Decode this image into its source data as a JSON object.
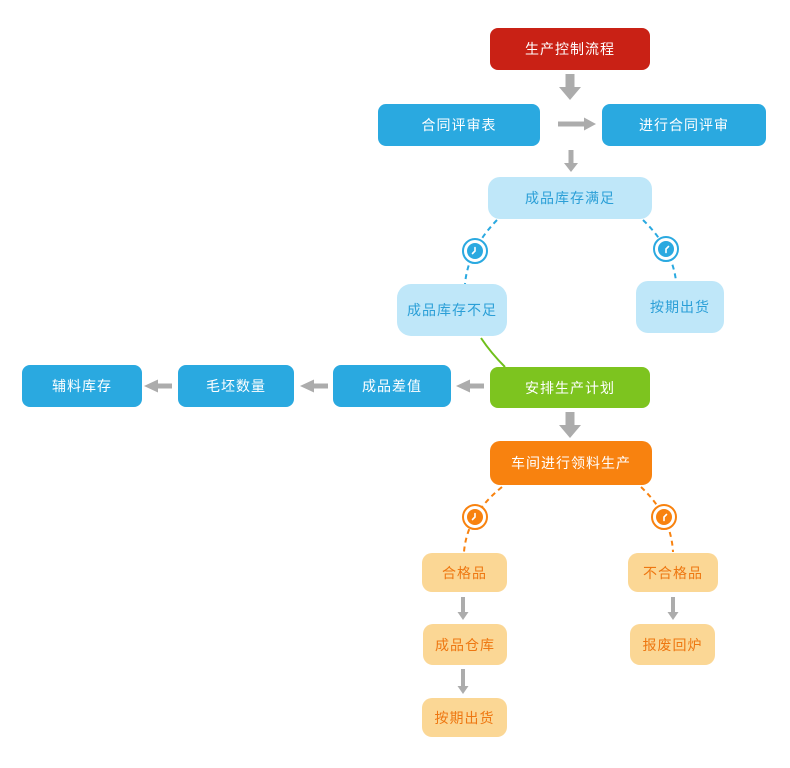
{
  "nodes": {
    "start": {
      "label": "生产控制流程"
    },
    "contract_form": {
      "label": "合同评审表"
    },
    "contract_review": {
      "label": "进行合同评审"
    },
    "stock_satisfied": {
      "label": "成品库存满足"
    },
    "stock_insufficient": {
      "label": "成品库存不足"
    },
    "ship_on_schedule_upper": {
      "label": "按期出货"
    },
    "aux_material_stock": {
      "label": "辅料库存"
    },
    "blank_quantity": {
      "label": "毛坯数量"
    },
    "finished_diff": {
      "label": "成品差值"
    },
    "production_plan": {
      "label": "安排生产计划"
    },
    "workshop_production": {
      "label": "车间进行领料生产"
    },
    "qualified": {
      "label": "合格品"
    },
    "unqualified": {
      "label": "不合格品"
    },
    "finished_warehouse": {
      "label": "成品仓库"
    },
    "scrap_remelt": {
      "label": "报废回炉"
    },
    "ship_on_schedule_lower": {
      "label": "按期出货"
    }
  },
  "icons": {
    "clock": "clock-icon"
  },
  "colors": {
    "red": "#c92115",
    "blue": "#2aa9e0",
    "light_blue_fill": "#bfe7f9",
    "light_blue_text": "#2b9fd7",
    "green": "#7dc41f",
    "green_line": "#6fbf1b",
    "orange": "#f8820f",
    "tan_fill": "#fbd795",
    "tan_text": "#ee7711",
    "arrow_gray": "#acacac"
  }
}
